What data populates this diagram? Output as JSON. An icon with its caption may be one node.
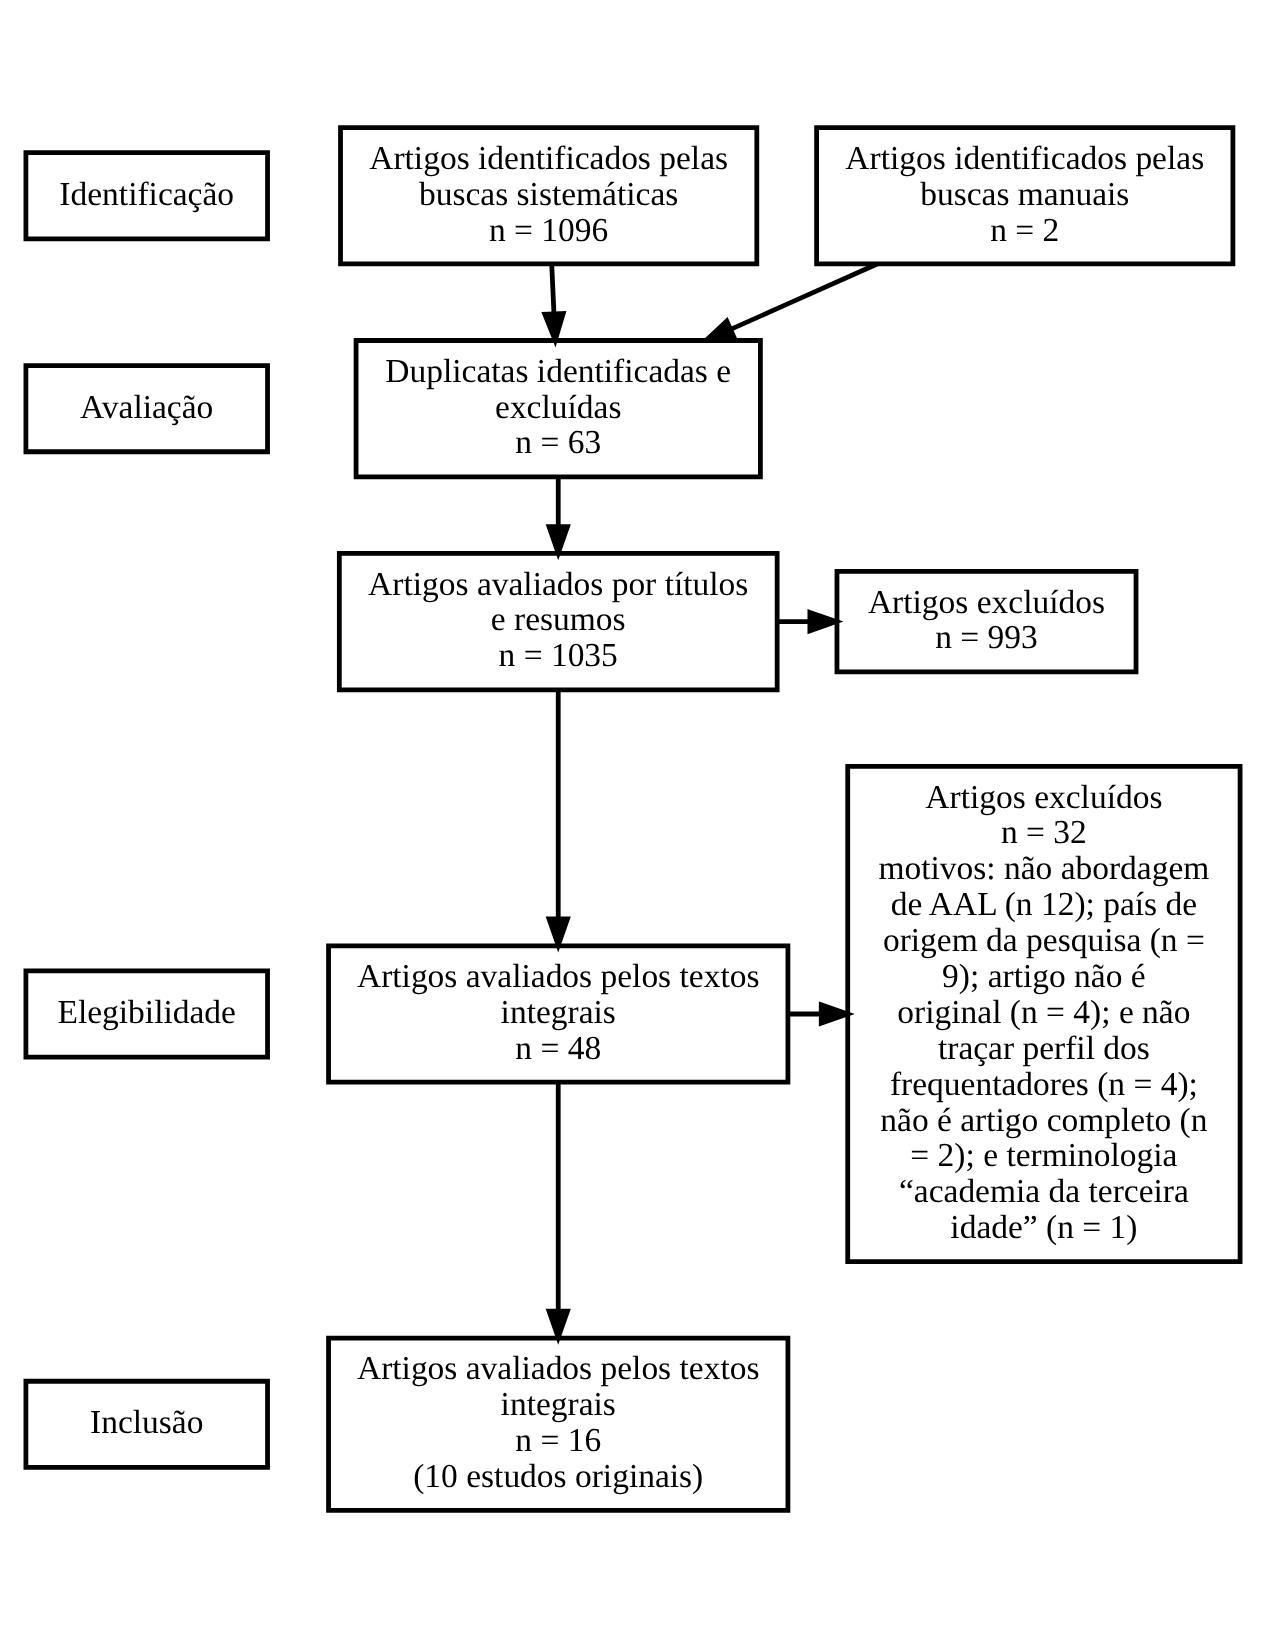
{
  "diagram": {
    "nodes": [
      {
        "text": [
          "Identificação"
        ]
      },
      {
        "text": [
          "Avaliação"
        ]
      },
      {
        "text": [
          "Elegibilidade"
        ]
      },
      {
        "text": [
          "Inclusão"
        ]
      },
      {
        "text": [
          "Artigos identificados pelas buscas sistemáticas",
          "n = 1096"
        ]
      },
      {
        "text": [
          "Artigos identificados pelas buscas manuais",
          "n = 2"
        ]
      },
      {
        "text": [
          "Duplicatas identificadas e excluídas",
          "n = 63"
        ]
      },
      {
        "text": [
          "Artigos avaliados por títulos e resumos",
          "n = 1035"
        ]
      },
      {
        "text": [
          "Artigos excluídos",
          "n = 993"
        ]
      },
      {
        "text": [
          "Artigos avaliados pelos textos integrais",
          "n = 48"
        ]
      },
      {
        "text": [
          "Artigos excluídos",
          "n = 32",
          "motivos: não abordagem de AAL (n 12); país de origem da pesquisa (n = 9); artigo não é original (n = 4); e não traçar perfil dos frequentadores (n = 4); não é artigo completo (n = 2); e terminologia “academia da terceira idade” (n = 1)"
        ]
      },
      {
        "text": [
          "Artigos avaliados pelos textos integrais",
          "n = 16",
          "(10 estudos originais)"
        ]
      }
    ],
    "edges": [
      {
        "from": 4,
        "to": 6,
        "arrow": "to"
      },
      {
        "from": 5,
        "to": 6,
        "arrow": "to"
      },
      {
        "from": 6,
        "to": 7,
        "arrow": "to"
      },
      {
        "from": 7,
        "to": 8,
        "arrow": "to"
      },
      {
        "from": 7,
        "to": 9,
        "arrow": "to"
      },
      {
        "from": 9,
        "to": 10,
        "arrow": "to"
      },
      {
        "from": 9,
        "to": 11,
        "arrow": "to"
      }
    ]
  }
}
